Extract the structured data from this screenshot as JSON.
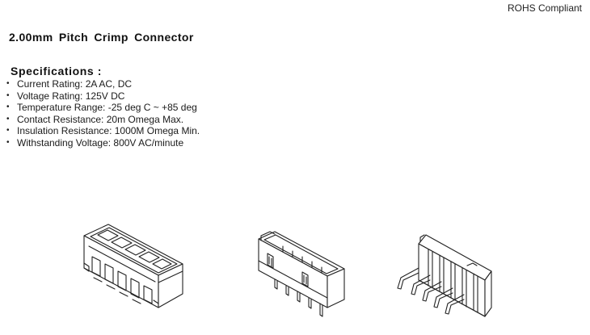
{
  "header": {
    "compliance": "ROHS Compliant"
  },
  "product": {
    "title": "2.00mm Pitch Crimp Connector"
  },
  "specifications": {
    "heading": "Specifications :",
    "items": [
      "Current Rating: 2A AC, DC",
      "Voltage Rating: 125V DC",
      "Temperature Range: -25 deg C ~ +85 deg",
      "Contact Resistance: 20m Omega Max.",
      "Insulation Resistance: 1000M Omega Min.",
      "Withstanding Voltage: 800V AC/minute"
    ]
  },
  "illustrations": [
    {
      "name": "crimp-housing",
      "description_icon": "housing-drawing"
    },
    {
      "name": "straight-wafer",
      "description_icon": "straight-header-drawing"
    },
    {
      "name": "right-angle-wafer",
      "description_icon": "right-angle-header-drawing"
    }
  ]
}
